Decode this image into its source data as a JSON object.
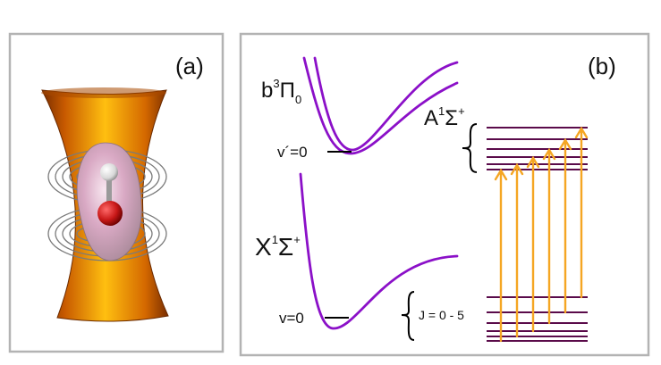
{
  "panel_a": {
    "label": "(a)"
  },
  "panel_b": {
    "label": "(b)",
    "states": {
      "b3pi0": {
        "base": "b",
        "sup": "3",
        "greek": "Π",
        "sub": "0"
      },
      "a1sigma": {
        "base": "A",
        "sup": "1",
        "greek": "Σ",
        "sup2": "+"
      },
      "x1sigma": {
        "base": "X",
        "sup": "1",
        "greek": "Σ",
        "sup2": "+"
      }
    },
    "levels": {
      "upper": "v´=0",
      "lower": "v=0",
      "j_range": "J = 0 - 5"
    }
  },
  "colors": {
    "frame": "#b3b3b3",
    "curve": "#8b10c8",
    "level_line": "#5a0b4a",
    "arrow": "#f5a623",
    "trap_dark": "#8a3a00",
    "trap_light": "#ffb000"
  }
}
